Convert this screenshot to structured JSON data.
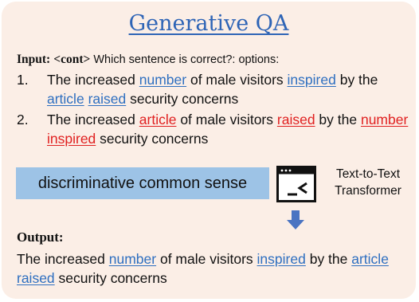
{
  "title": "Generative QA",
  "input": {
    "label": "Input:",
    "token": "<cont>",
    "prompt": "Which sentence is correct?: options:"
  },
  "options": [
    {
      "num": "1.",
      "segments": [
        {
          "text": "The increased ",
          "style": "plain"
        },
        {
          "text": "number",
          "style": "blue"
        },
        {
          "text": " of male visitors ",
          "style": "plain"
        },
        {
          "text": "inspired",
          "style": "blue"
        },
        {
          "text": " by the ",
          "style": "plain"
        },
        {
          "text": "article",
          "style": "blue"
        },
        {
          "text": " ",
          "style": "plain"
        },
        {
          "text": "raised",
          "style": "blue"
        },
        {
          "text": " security concerns",
          "style": "plain"
        }
      ]
    },
    {
      "num": "2.",
      "segments": [
        {
          "text": "The increased ",
          "style": "plain"
        },
        {
          "text": "article",
          "style": "red"
        },
        {
          "text": " of male visitors ",
          "style": "plain"
        },
        {
          "text": "raised",
          "style": "red"
        },
        {
          "text": " by the ",
          "style": "plain"
        },
        {
          "text": "number",
          "style": "red"
        },
        {
          "text": " ",
          "style": "plain"
        },
        {
          "text": "inspired",
          "style": "red"
        },
        {
          "text": " security concerns",
          "style": "plain"
        }
      ]
    }
  ],
  "task_box": "discriminative common sense",
  "model": {
    "line1": "Text-to-Text",
    "line2": "Transformer",
    "icon": "terminal-icon"
  },
  "output": {
    "label": "Output:",
    "segments": [
      {
        "text": "The increased ",
        "style": "plain"
      },
      {
        "text": "number",
        "style": "blue"
      },
      {
        "text": " of male visitors ",
        "style": "plain"
      },
      {
        "text": "inspired",
        "style": "blue"
      },
      {
        "text": " by the ",
        "style": "plain"
      },
      {
        "text": "article",
        "style": "blue"
      },
      {
        "text": " ",
        "style": "plain"
      },
      {
        "text": "raised",
        "style": "blue"
      },
      {
        "text": " security concerns",
        "style": "plain"
      }
    ]
  },
  "colors": {
    "card_bg": "#fbeee6",
    "title": "#2e64b6",
    "correct_word": "#2e6fc0",
    "wrong_word": "#e02020",
    "task_box_bg": "#9dc3e6",
    "arrow": "#4a74c2"
  }
}
